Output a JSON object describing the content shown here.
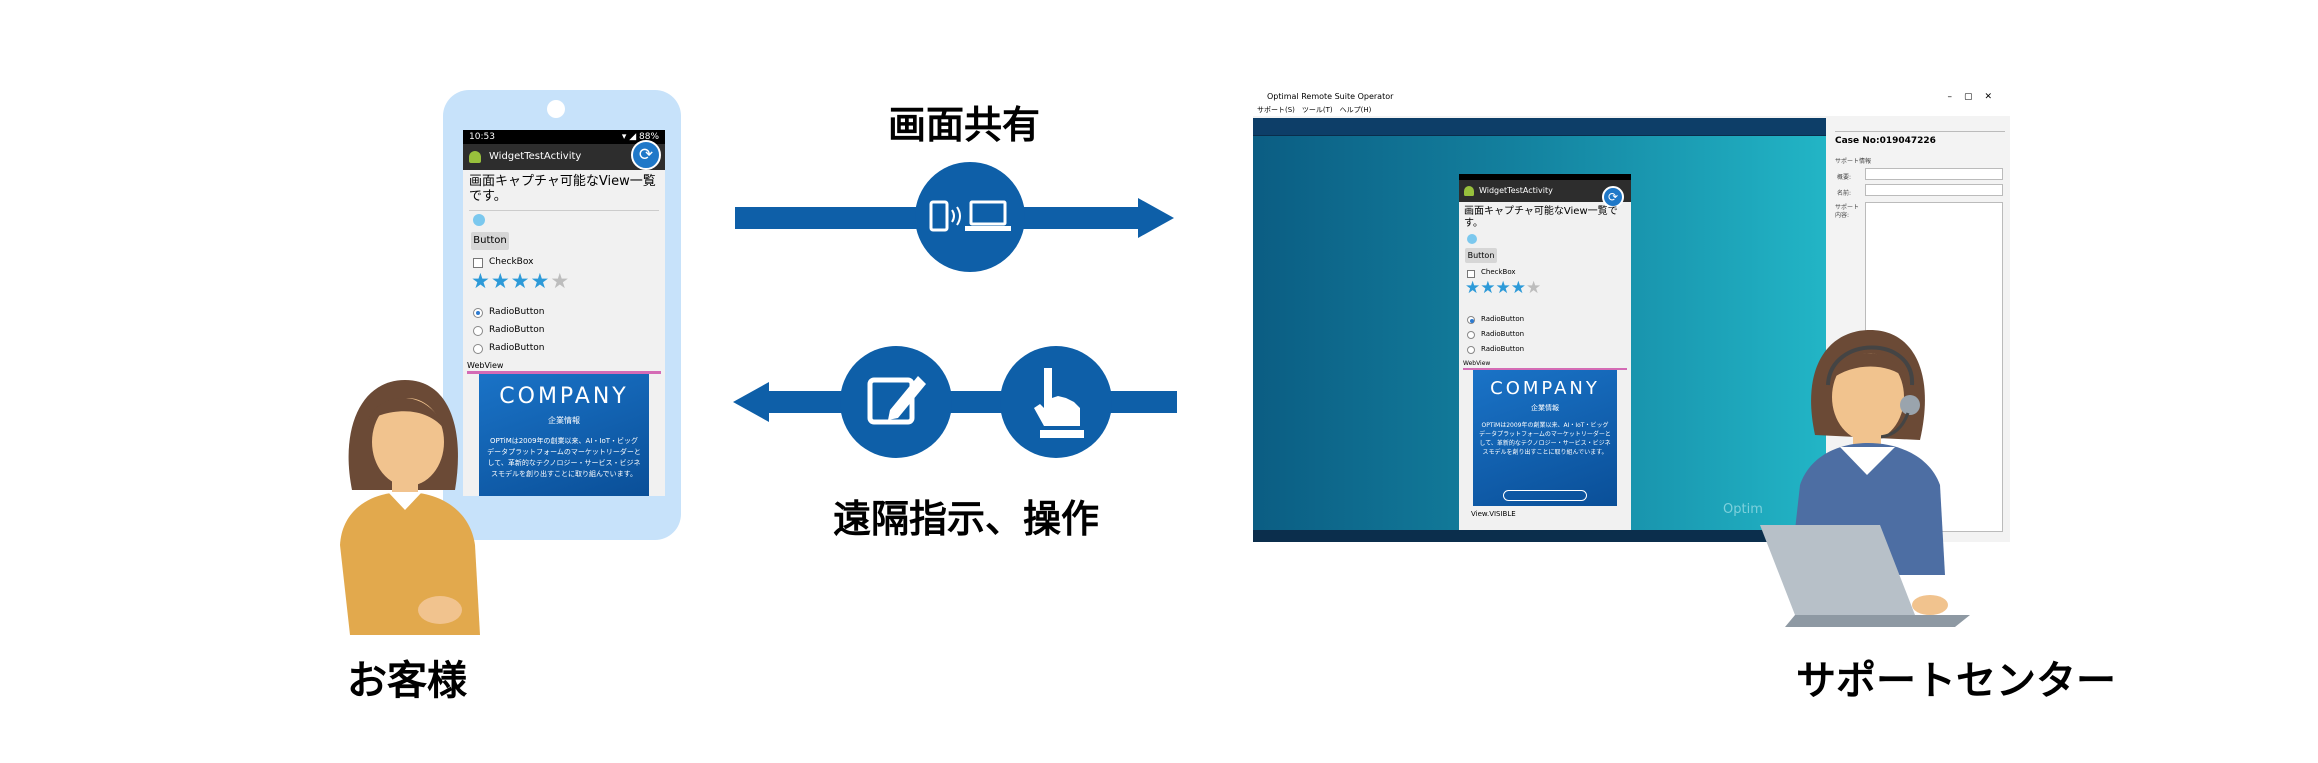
{
  "labels": {
    "customer": "お客様",
    "support_center": "サポートセンター",
    "screen_share": "画面共有",
    "remote_instruction": "遠隔指示、操作"
  },
  "phone": {
    "status_time": "10:53",
    "status_right": "▾ ◢ 88%",
    "app_title": "WidgetTestActivity",
    "page_title": "画面キャプチャ可能なView一覧です。",
    "button_label": "Button",
    "checkbox_label": "CheckBox",
    "stars_filled": 4,
    "stars_total": 5,
    "radio_labels": [
      "RadioButton",
      "RadioButton",
      "RadioButton"
    ],
    "webview_label": "WebView",
    "webview": {
      "company": "COMPANY",
      "subtitle": "企業情報",
      "body": "OPTiMは2009年の創業以来、AI・IoT・ビッグデータプラットフォームのマーケットリーダーとして、革新的なテクノロジー・サービス・ビジネスモデルを創り出すことに取り組んでいます。"
    }
  },
  "operator_window": {
    "title": "Optimal Remote Suite Operator",
    "menu": "サポート(S)　ツール(T)　ヘルプ(H)",
    "case_no": "Case No:019047226",
    "side_labels": [
      "サポート情報",
      "概要:",
      "名前:",
      "サポート内容:"
    ],
    "mirror": {
      "app_title": "WidgetTestActivity",
      "page_title": "画面キャプチャ可能なView一覧です。",
      "button_label": "Button",
      "checkbox_label": "CheckBox",
      "radio_labels": [
        "RadioButton",
        "RadioButton",
        "RadioButton"
      ],
      "webview_label": "WebView",
      "company": "COMPANY",
      "subtitle": "企業情報",
      "body": "OPTiMは2009年の創業以来、AI・IoT・ビッグデータプラットフォームのマーケットリーダーとして、革新的なテクノロジー・サービス・ビジネスモデルを創り出すことに取り組んでいます。",
      "footer_label": "View.VISIBLE"
    },
    "watermark": "Optim"
  },
  "colors": {
    "accent_blue": "#0e5fa8",
    "phone_frame": "#c7e2fa",
    "viewer_teal": "#13809e"
  }
}
